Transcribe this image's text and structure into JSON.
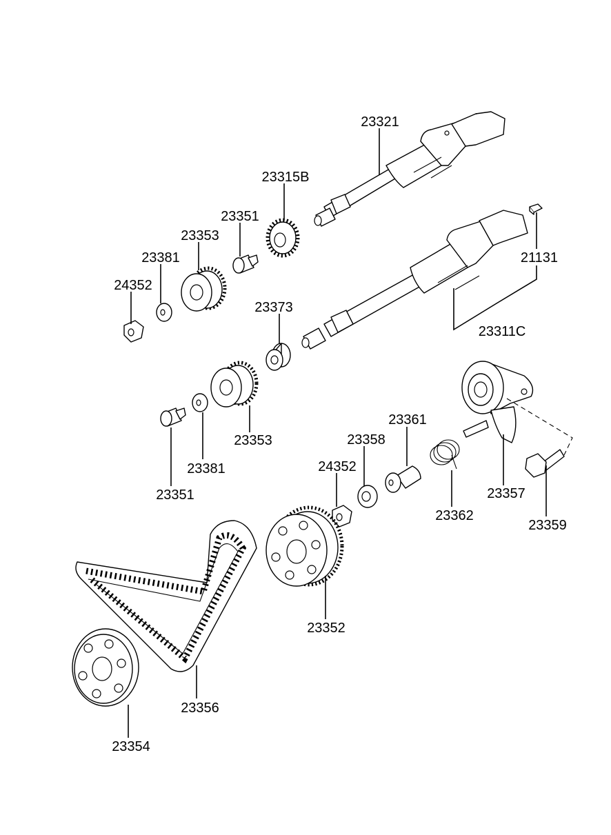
{
  "labels": {
    "p23321": "23321",
    "p23315B": "23315B",
    "p23351_top": "23351",
    "p23353_top": "23353",
    "p23381_top": "23381",
    "p24352_top": "24352",
    "p21131": "21131",
    "p23311C": "23311C",
    "p23373": "23373",
    "p23353_mid": "23353",
    "p23381_mid": "23381",
    "p23351_mid": "23351",
    "p23361": "23361",
    "p23358": "23358",
    "p24352_mid": "24352",
    "p23362": "23362",
    "p23357": "23357",
    "p23359": "23359",
    "p23352": "23352",
    "p23356": "23356",
    "p23354": "23354"
  }
}
